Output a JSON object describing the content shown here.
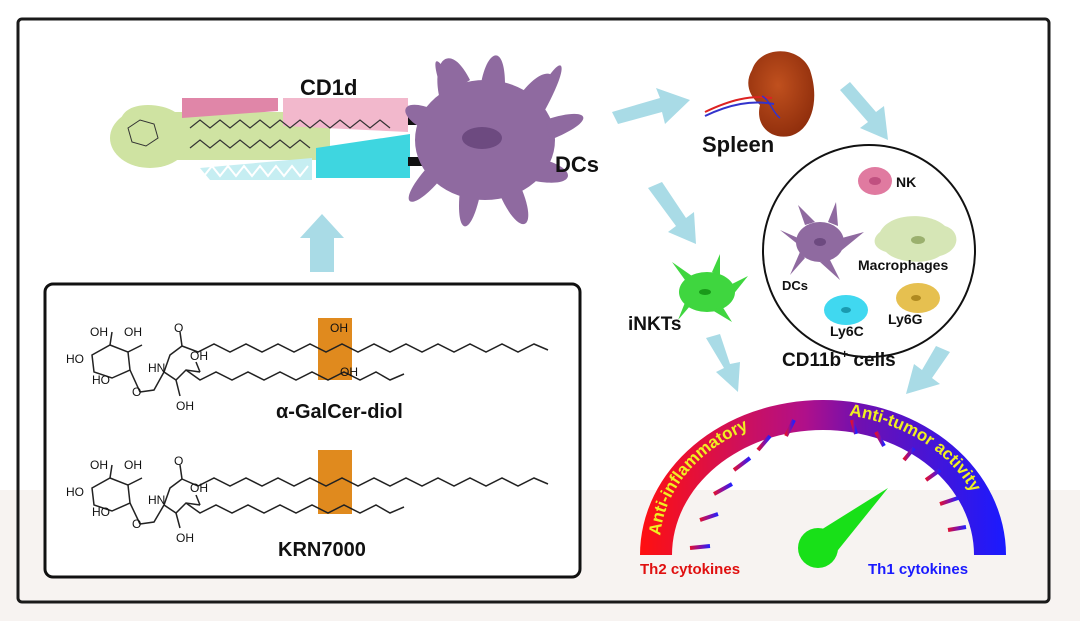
{
  "labels": {
    "cd1d": "CD1d",
    "dcs": "DCs",
    "spleen": "Spleen",
    "inkts": "iNKTs",
    "cd11b_base": "CD11b",
    "cd11b_sup": "+",
    "cd11b_tail": " cells"
  },
  "cells": {
    "nk": "NK",
    "dcs": "DCs",
    "macrophages": "Macrophages",
    "ly6c": "Ly6C",
    "ly6g": "Ly6G"
  },
  "compounds": {
    "diol_name": "α-GalCer-diol",
    "krn_name": "KRN7000",
    "oh": "OH",
    "ho": "HO",
    "o": "O",
    "hn": "HN",
    "nh": "N",
    "h": "H"
  },
  "gauge": {
    "anti_inflammatory": "Anti-inflammatory",
    "anti_tumor": "Anti-tumor activity",
    "th2": "Th2 cytokines",
    "th1": "Th1 cytokines"
  },
  "colors": {
    "arrow": "#a9dbe6",
    "dc_purple": "#8f6aa0",
    "inkt_green": "#3fd63f",
    "needle_green": "#18e018",
    "highlight_orange": "#e08a1e",
    "th2_red": "#e01010",
    "th1_blue": "#1a1aff",
    "gauge_label_yellow": "#f0f020"
  }
}
